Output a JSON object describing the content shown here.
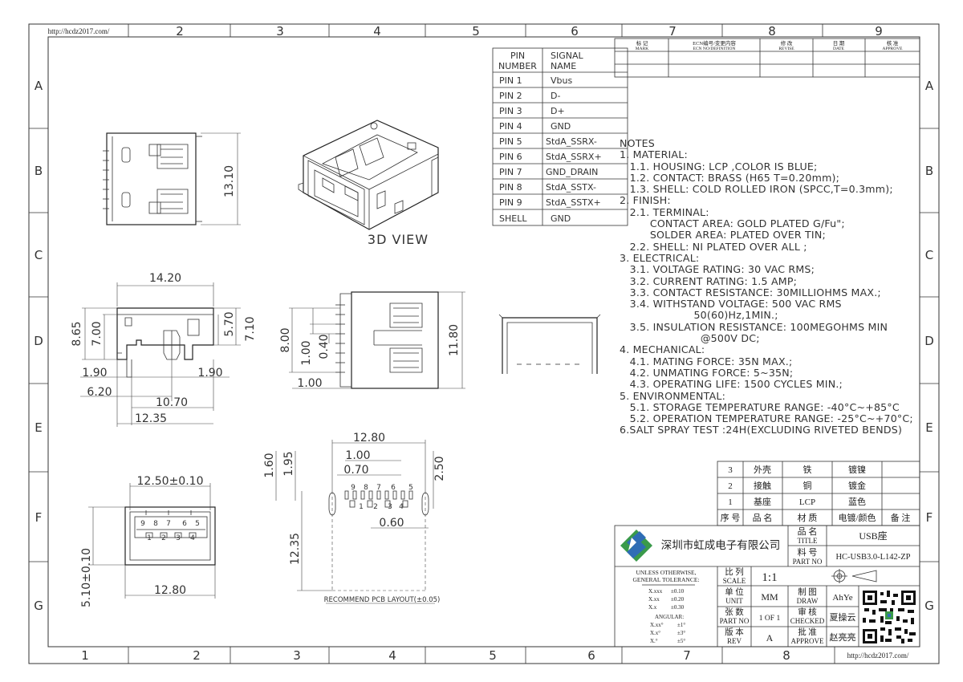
{
  "frame": {
    "url_label": "http://hcdz2017.com/",
    "columns": [
      "2",
      "3",
      "4",
      "5",
      "6",
      "7",
      "8",
      "9"
    ],
    "bottom_columns": [
      "1",
      "2",
      "3",
      "4",
      "5",
      "6",
      "7",
      "8"
    ],
    "rows": [
      "A",
      "B",
      "C",
      "D",
      "E",
      "F",
      "G"
    ]
  },
  "revision_table": {
    "headers": [
      {
        "cn": "标 记",
        "en": "MARK"
      },
      {
        "cn": "ECN编号/变更内容",
        "en": "ECN NO/DEFINITION"
      },
      {
        "cn": "修 改",
        "en": "REVISE"
      },
      {
        "cn": "日 期",
        "en": "DATE"
      },
      {
        "cn": "核 准",
        "en": "APPROVE"
      }
    ]
  },
  "pin_table": {
    "header_pin": [
      "PIN",
      "NUMBER"
    ],
    "header_signal": [
      "SIGNAL",
      "NAME"
    ],
    "rows": [
      {
        "pin": "PIN 1",
        "signal": "Vbus"
      },
      {
        "pin": "PIN 2",
        "signal": "D-"
      },
      {
        "pin": "PIN 3",
        "signal": "D+"
      },
      {
        "pin": "PIN 4",
        "signal": "GND"
      },
      {
        "pin": "PIN 5",
        "signal": "StdA_SSRX-"
      },
      {
        "pin": "PIN 6",
        "signal": "StdA_SSRX+"
      },
      {
        "pin": "PIN 7",
        "signal": "GND_DRAIN"
      },
      {
        "pin": "PIN 8",
        "signal": "StdA_SSTX-"
      },
      {
        "pin": "PIN 9",
        "signal": "StdA_SSTX+"
      },
      {
        "pin": "SHELL",
        "signal": "GND"
      }
    ]
  },
  "views": {
    "view_3d_label": "3D VIEW",
    "pcb_layout_label": "RECOMMEND PCB LAYOUT(±0.05)"
  },
  "dimensions": {
    "top_side_height": "13.10",
    "side_width": "14.20",
    "side_h1": "8.65",
    "side_h2": "7.00",
    "side_h3": "5.70",
    "side_h4": "7.10",
    "side_b1": "1.90",
    "side_b2": "1.90",
    "side_b3": "6.20",
    "side_b4": "10.70",
    "side_b5": "12.35",
    "top_h1": "8.00",
    "top_h2": "1.00",
    "top_h3": "0.40",
    "top_h4": "11.80",
    "top_b1": "1.00",
    "front_width": "12.50±0.10",
    "front_bottom": "12.80",
    "front_height": "5.10±0.10",
    "pcb_w": "12.80",
    "pcb_p1": "1.00",
    "pcb_p2": "0.70",
    "pcb_h1": "1.60",
    "pcb_h2": "1.95",
    "pcb_h3": "2.50",
    "pcb_hole": "0.60",
    "pcb_len": "12.35",
    "pcb_top_pins": [
      "9",
      "8",
      "7",
      "6",
      "5"
    ],
    "pcb_bottom_pins": [
      "1",
      "2",
      "3",
      "4"
    ],
    "front_top_pins": [
      "9",
      "8",
      "7",
      "6",
      "5"
    ],
    "front_bottom_pins": [
      "1",
      "2",
      "3",
      "4"
    ]
  },
  "notes": [
    "NOTES",
    "1. MATERIAL:",
    "   1.1. HOUSING: LCP ,COLOR IS BLUE;",
    "   1.2. CONTACT: BRASS (H65 T=0.20mm);",
    "   1.3. SHELL: COLD ROLLED IRON (SPCC,T=0.3mm);",
    "2. FINISH:",
    "   2.1. TERMINAL:",
    "         CONTACT AREA: GOLD PLATED G/Fu\";",
    "         SOLDER AREA: PLATED OVER TIN;",
    "   2.2. SHELL: NI PLATED OVER ALL ;",
    "3. ELECTRICAL:",
    "   3.1. VOLTAGE RATING: 30 VAC RMS;",
    "   3.2. CURRENT RATING: 1.5 AMP;",
    "   3.3. CONTACT RESISTANCE: 30MILLIOHMS MAX.;",
    "   3.4. WITHSTAND VOLTAGE: 500 VAC RMS",
    "                      50(60)Hz,1MIN.;",
    "   3.5. INSULATION RESISTANCE: 100MEGOHMS MIN",
    "                        @500V DC;",
    "4. MECHANICAL:",
    "   4.1. MATING FORCE: 35N MAX.;",
    "   4.2. UNMATING FORCE: 5~35N;",
    "   4.3. OPERATING LIFE: 1500 CYCLES MIN.;",
    "5. ENVIRONMENTAL:",
    "   5.1. STORAGE TEMPERATURE RANGE: -40°C~+85°C",
    "   5.2. OPERATION TEMPERATURE RANGE: -25°C~+70°C;",
    "6.SALT SPRAY TEST :24H(EXCLUDING RIVETED BENDS)"
  ],
  "bom": {
    "rows": [
      {
        "no": "3",
        "name": "外壳",
        "material": "铁",
        "finish": "镀镍",
        "remark": ""
      },
      {
        "no": "2",
        "name": "接触",
        "material": "铜",
        "finish": "镀金",
        "remark": ""
      },
      {
        "no": "1",
        "name": "基座",
        "material": "LCP",
        "finish": "蓝色",
        "remark": ""
      }
    ],
    "header": {
      "no": "序 号",
      "name": "品 名",
      "material": "材 质",
      "finish": "电镀/颜色",
      "remark": "备 注"
    }
  },
  "title_block": {
    "company": "深圳市虹成电子有限公司",
    "title_label_cn": "品 名",
    "title_label_en": "TITLE",
    "title_value": "USB座",
    "part_label_cn": "料 号",
    "part_label_en": "PART NO",
    "part_value": "HC-USB3.0-L142-ZP",
    "tolerance_title": [
      "UNLESS   OTHERWISE,",
      "GENERAL TOLERANCE:"
    ],
    "tolerances": [
      {
        "k": "X.xxx",
        "v": "±0.10"
      },
      {
        "k": "X.xx",
        "v": "±0.20"
      },
      {
        "k": "X.x",
        "v": "±0.30"
      }
    ],
    "angular_label": "ANGULAR:",
    "angular": [
      {
        "k": "X.xx°",
        "v": "±1°"
      },
      {
        "k": "X.x°",
        "v": "±3°"
      },
      {
        "k": "X.°",
        "v": "±5°"
      }
    ],
    "scale_cn": "比 列",
    "scale_en": "SCALE",
    "scale_value": "1:1",
    "unit_cn": "单 位",
    "unit_en": "UNIT",
    "unit_value": "MM",
    "sheet_cn": "张 数",
    "sheet_en": "PART NO",
    "sheet_value": "1 OF 1",
    "rev_cn": "版 本",
    "rev_en": "REV",
    "rev_value": "A",
    "draw_cn": "制 图",
    "draw_en": "DRAW",
    "draw_value": "AhYe",
    "check_cn": "审 核",
    "check_en": "CHECKED",
    "check_value": "夏操云",
    "approve_cn": "批 准",
    "approve_en": "APPROVE",
    "approve_value": "赵亮亮"
  },
  "colors": {
    "logo_green": "#3a9a4a",
    "logo_blue": "#2f6db5",
    "line": "#333333"
  }
}
